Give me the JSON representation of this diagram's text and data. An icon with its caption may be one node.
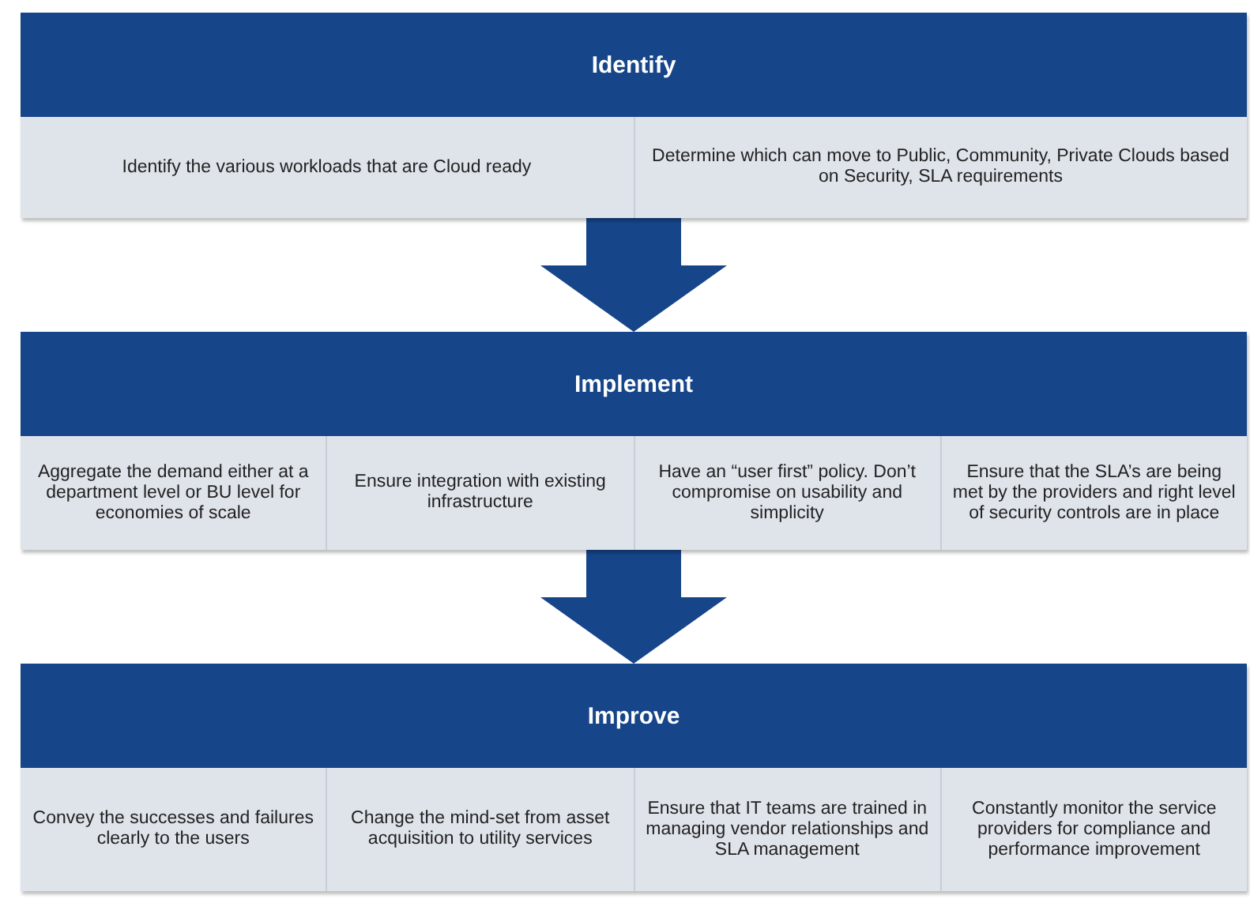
{
  "diagram": {
    "nodes": [
      {
        "text": [
          "Identify"
        ]
      },
      {
        "text": [
          "Identify the various workloads that are Cloud ready"
        ],
        "in": 0
      },
      {
        "text": [
          "Determine which can move to Public, Community, Private Clouds based on Security, SLA requirements"
        ],
        "in": 0
      },
      {
        "text": [
          "Implement"
        ]
      },
      {
        "text": [
          "Aggregate the demand either at a department level or BU level for economies of scale"
        ],
        "in": 3
      },
      {
        "text": [
          "Ensure integration with existing infrastructure"
        ],
        "in": 3
      },
      {
        "text": [
          "Have an “user first” policy. Don’t compromise on usability and simplicity"
        ],
        "in": 3
      },
      {
        "text": [
          "Ensure that the SLA’s are being met by the providers and right level of security controls are in place"
        ],
        "in": 3
      },
      {
        "text": [
          "Improve"
        ]
      },
      {
        "text": [
          "Convey the successes and failures clearly to the users"
        ],
        "in": 8
      },
      {
        "text": [
          "Change the mind-set from asset acquisition to utility services"
        ],
        "in": 8
      },
      {
        "text": [
          "Ensure that IT teams are trained in managing vendor relationships and SLA management"
        ],
        "in": 8
      },
      {
        "text": [
          "Constantly monitor the service providers for compliance and performance improvement"
        ],
        "in": 8
      }
    ],
    "edges": [
      {
        "from": 0,
        "to": 3,
        "arrow": "to"
      },
      {
        "from": 3,
        "to": 8,
        "arrow": "to"
      }
    ]
  }
}
